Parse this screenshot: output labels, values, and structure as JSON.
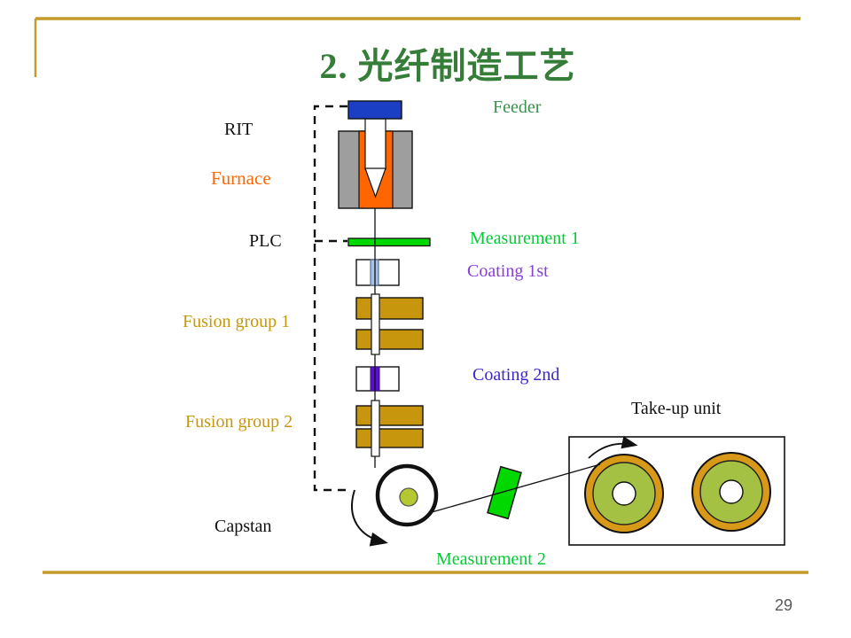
{
  "slide": {
    "title": "2. 光纤制造工艺",
    "page_number": "29"
  },
  "labels": {
    "rit": "RIT",
    "furnace": "Furnace",
    "feeder": "Feeder",
    "plc": "PLC",
    "measurement1": "Measurement 1",
    "coating1": "Coating 1st",
    "fusion1": "Fusion group 1",
    "coating2": "Coating 2nd",
    "fusion2": "Fusion group 2",
    "takeup": "Take-up unit",
    "capstan": "Capstan",
    "measurement2": "Measurement 2"
  },
  "colors": {
    "accent_gold_line": "#C49A2B",
    "title_green": "#377D3A",
    "feeder_label_green": "#38914C",
    "bright_green": "#00D800",
    "measurement_label_green": "#00CC33",
    "furnace_orange": "#FF6600",
    "furnace_gray": "#9E9E9E",
    "feeder_blue": "#1B3FC4",
    "fusion_gold": "#C8960C",
    "coating1_stripe_blue": "#A6C2E6",
    "coating1_label_violet": "#8640D8",
    "coating2_stripe_purple": "#5A10D0",
    "coating2_label_indigo": "#3C28C8",
    "capstan_dot_olive": "#B5C832",
    "spool_ring_gold": "#D89818",
    "spool_green": "#A4C144",
    "page_number_gray": "#595959"
  }
}
